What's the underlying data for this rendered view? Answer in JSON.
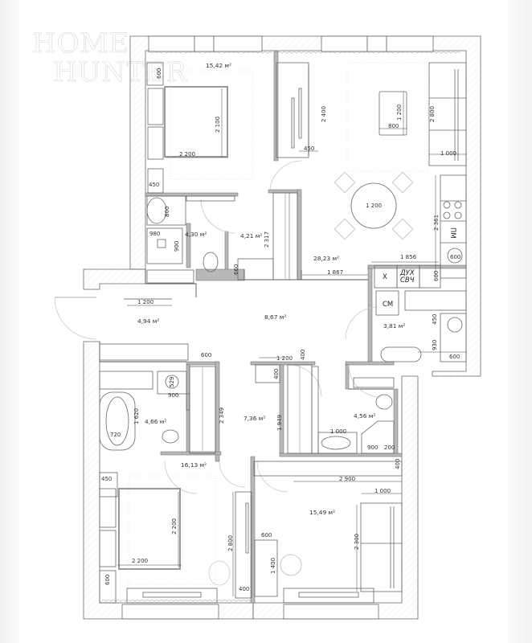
{
  "watermark": {
    "line1": "HOME",
    "line2": "HUNTER"
  },
  "colors": {
    "wall": "#555555",
    "wall_fill": "#ffffff",
    "partition": "#b5b5b5",
    "furniture": "#666666",
    "background": "#ffffff",
    "hatch": "#e6e6e6"
  },
  "rooms": {
    "bedroom_top": {
      "area": "15,42 м²"
    },
    "bath_top": {
      "area": "4,30 м²"
    },
    "wardrobe_top": {
      "area": "4,21 м²"
    },
    "living_kitchen": {
      "area": "28,23 м²"
    },
    "entry": {
      "area": "4,94 м²"
    },
    "hall": {
      "area": "8,67 м²"
    },
    "utility": {
      "area": "3,81 м²"
    },
    "bath_left": {
      "area": "4,66 м²"
    },
    "corridor": {
      "area": "7,36 м²"
    },
    "bath_right": {
      "area": "4,56 м²"
    },
    "bedroom_bottom_left": {
      "area": "16,13 м²"
    },
    "bedroom_bottom_right": {
      "area": "15,49 м²"
    }
  },
  "appliances": {
    "fridge": "Х",
    "oven": "ДУХ",
    "microwave": "СВЧ",
    "washer": "СМ",
    "dishwasher": "ПМ"
  },
  "dimensions": {
    "bedroom_top_nightstand": "600",
    "bedroom_top_bed_w": "2 200",
    "bedroom_top_bed_l": "2 100",
    "bedroom_top_shelf": "450",
    "wardrobe_top_h": "2 400",
    "wardrobe_top_d": "450",
    "coffee_table_l": "1 200",
    "coffee_table_w": "800",
    "sofa_l": "2 800",
    "sofa_d": "1 000",
    "dining_table": "1 200",
    "kitchen_run": "2 361",
    "kitchen_island": "1 856",
    "kitchen_depth_1": "600",
    "kitchen_depth_2": "600",
    "kitchen_cab_depth": "600",
    "bath_top_tub": "800",
    "bath_top_sink_w": "980",
    "bath_top_sink_d": "900",
    "wardrobe_closet_h": "2 317",
    "wardrobe_closet_d": "660",
    "living_width": "1 867",
    "entry_bench": "1 200",
    "utility_450": "450",
    "utility_930": "930",
    "utility_600": "600",
    "bath_left_600": "600",
    "bath_left_sink": "529",
    "bath_left_900": "900",
    "bath_left_tub_l": "1 620",
    "bath_left_tub_w": "720",
    "corridor_closet": "2 349",
    "corridor_shelf": "1 200",
    "corridor_400a": "400",
    "corridor_400b": "400",
    "corridor_closet2": "1 949",
    "bath_right_tub": "1 000",
    "bath_right_shower": "900",
    "bath_right_200": "200",
    "bath_right_400": "400",
    "br_right_desk": "2 900",
    "br_right_sofa_d": "1 000",
    "br_right_sofa_l": "2 300",
    "br_right_600": "600",
    "br_right_1400": "1 400",
    "br_left_shelf": "450",
    "br_left_bed_w": "2 200",
    "br_left_bed_l": "2 200",
    "br_left_nightstand": "600",
    "br_left_wardrobe": "2 800",
    "br_left_wardrobe_d": "400"
  }
}
